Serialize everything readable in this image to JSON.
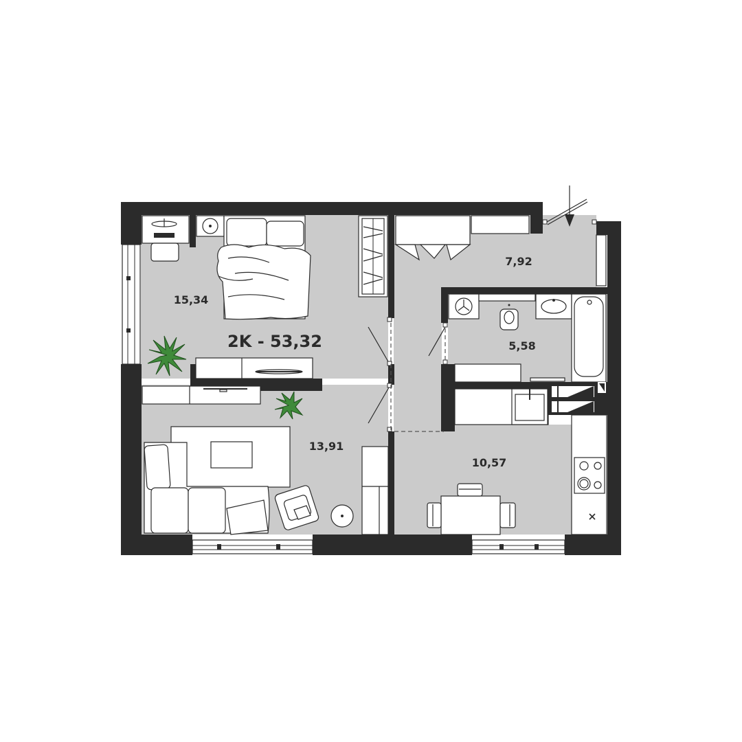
{
  "apartment": {
    "title": "2K - 53,32"
  },
  "rooms": [
    {
      "id": "bedroom",
      "area": "15,34"
    },
    {
      "id": "hallway",
      "area": "7,92"
    },
    {
      "id": "bathroom",
      "area": "5,58"
    },
    {
      "id": "living-room",
      "area": "13,91"
    },
    {
      "id": "kitchen",
      "area": "10,57"
    }
  ],
  "colors": {
    "wall": "#2b2b2b",
    "floor": "#cbcbcb",
    "furniture": "#ffffff",
    "plant": "#3f8a3a"
  }
}
